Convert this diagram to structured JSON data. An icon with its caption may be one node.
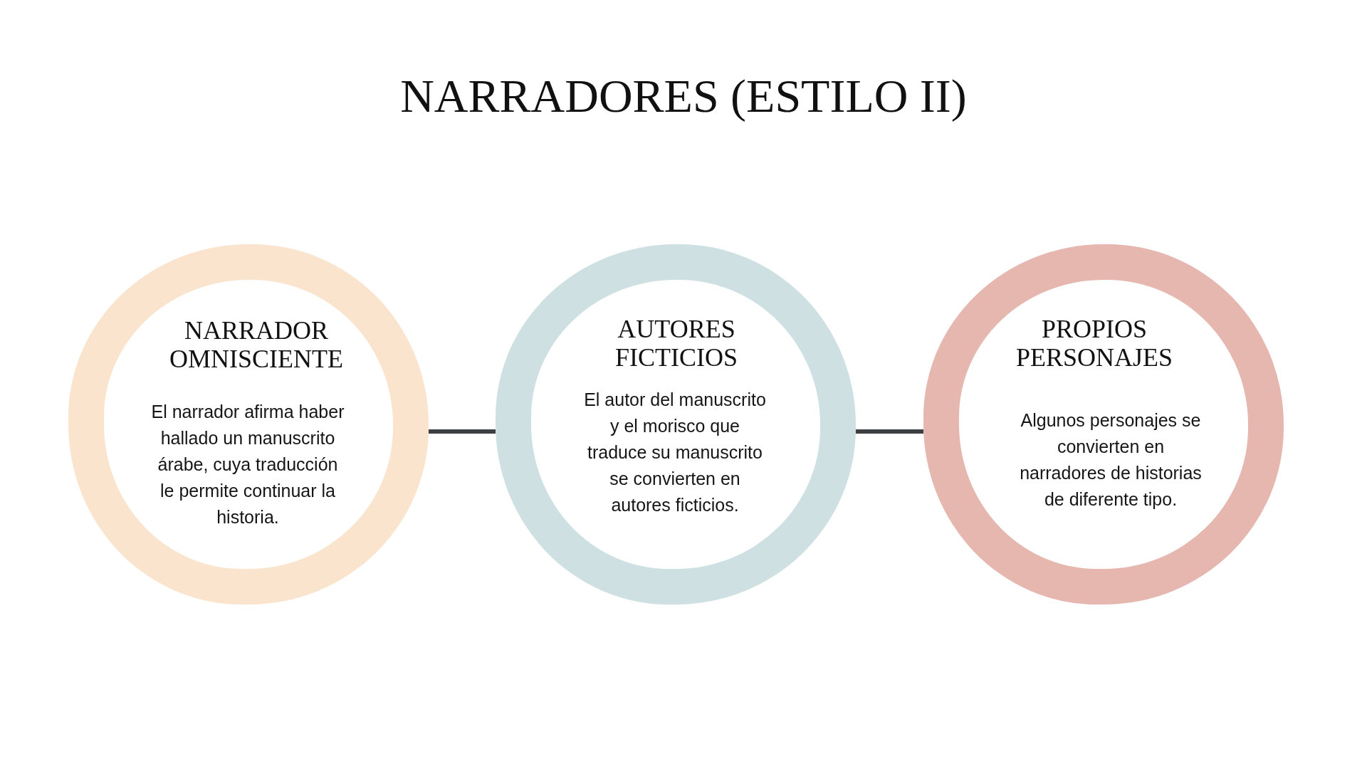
{
  "diagram": {
    "title": "NARRADORES (ESTILO II)",
    "nodes": [
      {
        "text": [
          "NARRADOR OMNISCIENTE",
          "El narrador afirma haber hallado un manuscrito árabe, cuya traducción le permite continuar la historia."
        ]
      },
      {
        "text": [
          "AUTORES FICTICIOS",
          "El autor del manuscrito y el morisco que traduce su manuscrito se convierten en autores ficticios."
        ]
      },
      {
        "text": [
          "PROPIOS PERSONAJES",
          "Algunos personajes se convierten en narradores de historias de diferente tipo."
        ]
      }
    ],
    "edges": [
      {
        "from": 0,
        "to": 1,
        "arrow": "none"
      },
      {
        "from": 1,
        "to": 2,
        "arrow": "none"
      }
    ]
  }
}
